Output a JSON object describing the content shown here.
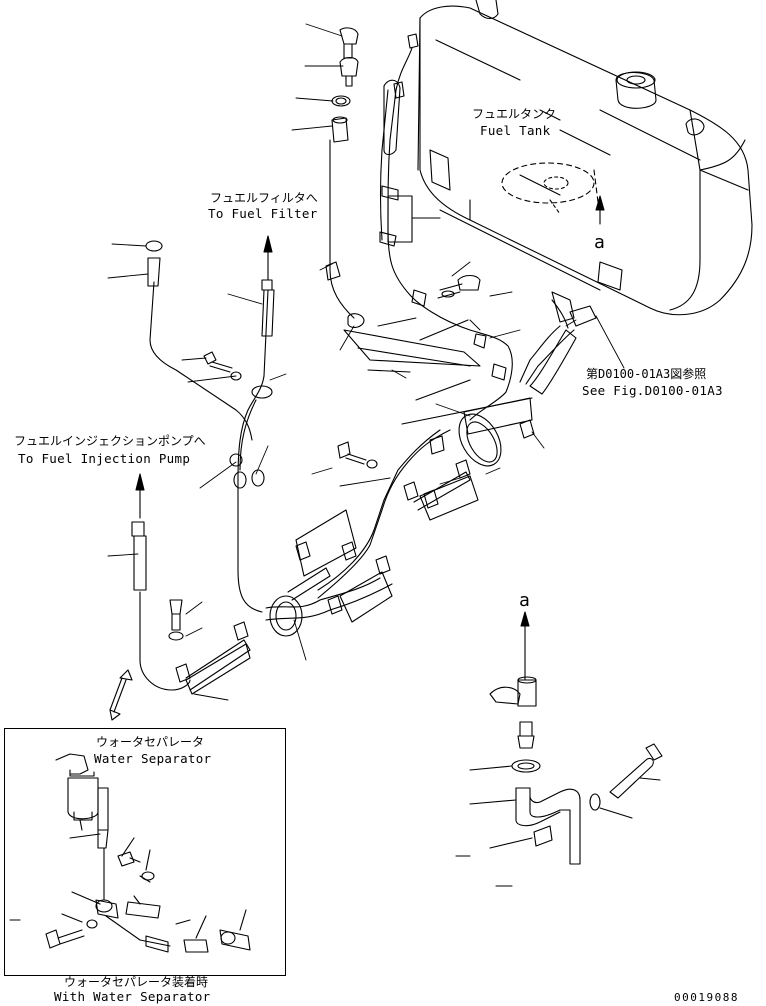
{
  "labels": {
    "fuel_tank_jp": "フュエルタンク",
    "fuel_tank_en": "Fuel Tank",
    "to_fuel_filter_jp": "フュエルフィルタへ",
    "to_fuel_filter_en": "To Fuel Filter",
    "to_injection_pump_jp": "フュエルインジェクションポンプへ",
    "to_injection_pump_en": "To Fuel Injection Pump",
    "see_fig_jp": "第D0100-01A3図参照",
    "see_fig_en": "See Fig.D0100-01A3",
    "view_a_top": "a",
    "view_a_detail": "a",
    "water_separator_jp": "ウォータセパレータ",
    "water_separator_en": "Water Separator",
    "with_water_separator_jp": "ウォータセパレータ装着時",
    "with_water_separator_en": "With Water Separator",
    "drawing_number": "00019088"
  },
  "colors": {
    "line": "#000000",
    "background": "#ffffff"
  },
  "icons": [
    "up-arrow-icon",
    "double-arrow-icon"
  ]
}
